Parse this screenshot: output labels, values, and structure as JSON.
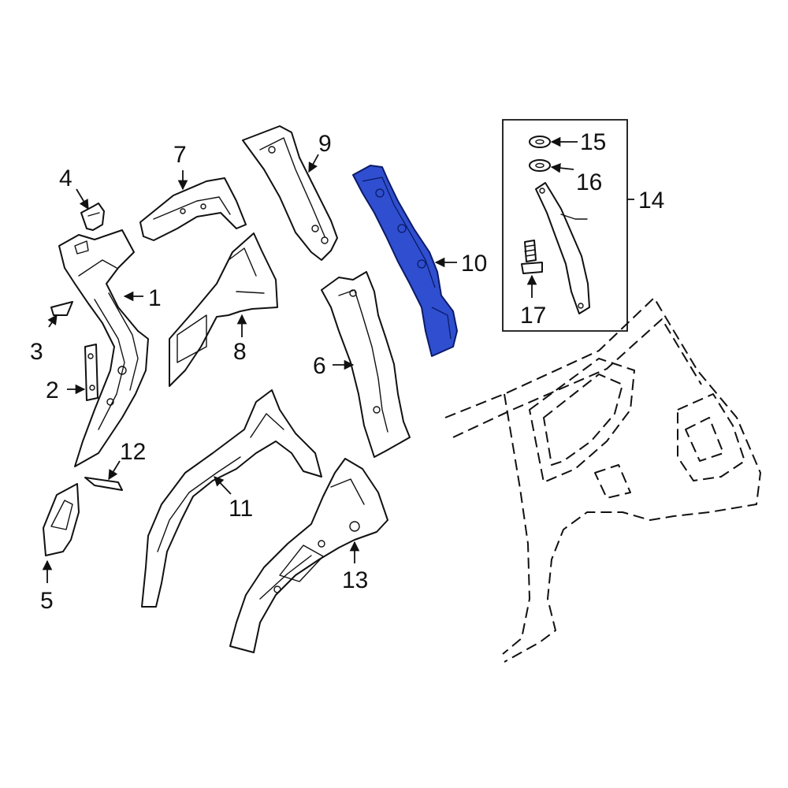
{
  "colors": {
    "background": "#ffffff",
    "line": "#111111",
    "highlight_fill": "#2f4fd0",
    "highlight_stroke": "#0c1a66"
  },
  "highlighted_part": "10",
  "callouts": {
    "c1": "1",
    "c2": "2",
    "c3": "3",
    "c4": "4",
    "c5": "5",
    "c6": "6",
    "c7": "7",
    "c8": "8",
    "c9": "9",
    "c10": "10",
    "c11": "11",
    "c12": "12",
    "c13": "13",
    "c14": "14",
    "c15": "15",
    "c16": "16",
    "c17": "17"
  }
}
